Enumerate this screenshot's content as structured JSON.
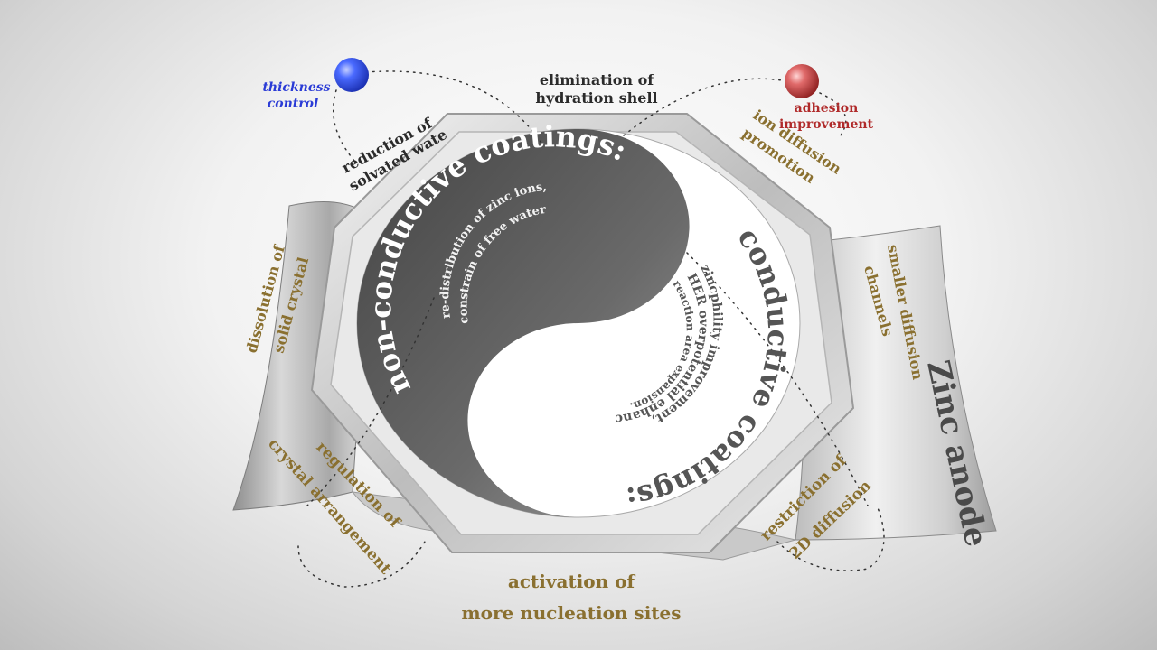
{
  "center": {
    "non_conductive": {
      "title": "non-conductive coatings:",
      "line1": "re-distribution of zinc ions,",
      "line2": "constrain of free water"
    },
    "conductive": {
      "title": "conductive coatings:",
      "line1": "zincphility improvement,",
      "line2": "HER overpotential enhancement,",
      "line3": "reaction area expansion."
    }
  },
  "anode_label": "Zinc anode",
  "spheres": {
    "blue_label_1": "thickness",
    "blue_label_2": "control",
    "red_label_1": "adhesion",
    "red_label_2": "improvement"
  },
  "effects": {
    "top_1": "elimination of",
    "top_2": "hydration shell",
    "upper_left_1": "reduction of",
    "upper_left_2": "solvated water",
    "upper_right_1": "ion diffusion",
    "upper_right_2": "promotion",
    "left_1": "dissolution of",
    "left_2": "solid crystal",
    "right_1": "smaller diffusion",
    "right_2": "channels",
    "lower_left_1": "regulation of",
    "lower_left_2": "crystal arrangement",
    "lower_right_1": "restriction of",
    "lower_right_2": "2D diffusion",
    "bottom_1": "activation of",
    "bottom_2": "more nucleation sites"
  },
  "colors": {
    "gold_text": "#8a7030",
    "dark_text": "#2b2b2b",
    "blue_sphere": "#2a4cf0",
    "red_sphere": "#d84a4a",
    "blue_text": "#2a3bd6",
    "red_text": "#b02a2a"
  }
}
